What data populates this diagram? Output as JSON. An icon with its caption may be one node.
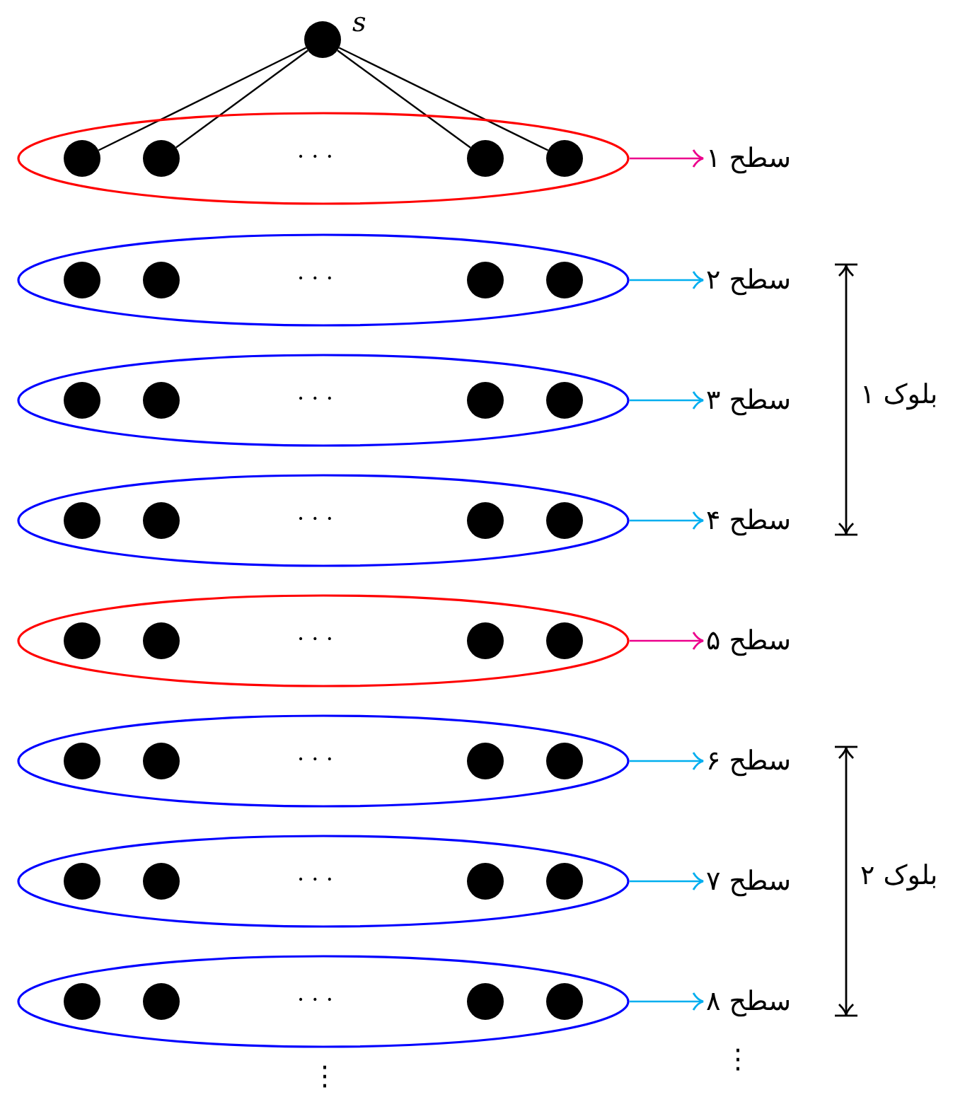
{
  "diagram": {
    "nodes": [
      {
        "text": [],
        "shape": "circle",
        "beside": [
          "s"
        ]
      },
      {
        "text": [
          "· · ·"
        ]
      },
      {
        "text": [],
        "shape": "circle",
        "in": 1
      },
      {
        "text": [],
        "shape": "circle",
        "in": 1
      },
      {
        "text": [],
        "shape": "circle",
        "in": 1
      },
      {
        "text": [],
        "shape": "circle",
        "in": 1
      },
      {
        "text": [
          "سطح ۱"
        ]
      },
      {
        "text": [
          "· · ·"
        ]
      },
      {
        "text": [],
        "shape": "circle",
        "in": 7
      },
      {
        "text": [],
        "shape": "circle",
        "in": 7
      },
      {
        "text": [],
        "shape": "circle",
        "in": 7
      },
      {
        "text": [],
        "shape": "circle",
        "in": 7
      },
      {
        "text": [
          "سطح ۲"
        ]
      },
      {
        "text": [
          "· · ·"
        ]
      },
      {
        "text": [],
        "shape": "circle",
        "in": 13
      },
      {
        "text": [],
        "shape": "circle",
        "in": 13
      },
      {
        "text": [],
        "shape": "circle",
        "in": 13
      },
      {
        "text": [],
        "shape": "circle",
        "in": 13
      },
      {
        "text": [
          "سطح ۳"
        ]
      },
      {
        "text": [
          "· · ·"
        ]
      },
      {
        "text": [],
        "shape": "circle",
        "in": 19
      },
      {
        "text": [],
        "shape": "circle",
        "in": 19
      },
      {
        "text": [],
        "shape": "circle",
        "in": 19
      },
      {
        "text": [],
        "shape": "circle",
        "in": 19
      },
      {
        "text": [
          "سطح ۴"
        ]
      },
      {
        "text": [
          "· · ·"
        ]
      },
      {
        "text": [],
        "shape": "circle",
        "in": 25
      },
      {
        "text": [],
        "shape": "circle",
        "in": 25
      },
      {
        "text": [],
        "shape": "circle",
        "in": 25
      },
      {
        "text": [],
        "shape": "circle",
        "in": 25
      },
      {
        "text": [
          "سطح ۵"
        ]
      },
      {
        "text": [
          "· · ·"
        ]
      },
      {
        "text": [],
        "shape": "circle",
        "in": 31
      },
      {
        "text": [],
        "shape": "circle",
        "in": 31
      },
      {
        "text": [],
        "shape": "circle",
        "in": 31
      },
      {
        "text": [],
        "shape": "circle",
        "in": 31
      },
      {
        "text": [
          "سطح ۶"
        ]
      },
      {
        "text": [
          "· · ·"
        ]
      },
      {
        "text": [],
        "shape": "circle",
        "in": 37
      },
      {
        "text": [],
        "shape": "circle",
        "in": 37
      },
      {
        "text": [],
        "shape": "circle",
        "in": 37
      },
      {
        "text": [],
        "shape": "circle",
        "in": 37
      },
      {
        "text": [
          "سطح ۷"
        ]
      },
      {
        "text": [
          "· · ·"
        ]
      },
      {
        "text": [],
        "shape": "circle",
        "in": 43
      },
      {
        "text": [],
        "shape": "circle",
        "in": 43
      },
      {
        "text": [],
        "shape": "circle",
        "in": 43
      },
      {
        "text": [],
        "shape": "circle",
        "in": 43
      },
      {
        "text": [
          "سطح ۸"
        ]
      }
    ],
    "edges": [
      {
        "from": 0,
        "to": 2,
        "arrow": "none",
        "color": "#000000"
      },
      {
        "from": 0,
        "to": 3,
        "arrow": "none",
        "color": "#000000"
      },
      {
        "from": 0,
        "to": 4,
        "arrow": "none",
        "color": "#000000"
      },
      {
        "from": 0,
        "to": 5,
        "arrow": "none",
        "color": "#000000"
      },
      {
        "from": 1,
        "to": 6,
        "arrow": "to",
        "color": "#ec008c"
      },
      {
        "from": 7,
        "to": 12,
        "arrow": "to"
      },
      {
        "from": 13,
        "to": 18,
        "arrow": "to"
      },
      {
        "from": 19,
        "to": 24,
        "arrow": "to"
      },
      {
        "from": 25,
        "to": 30,
        "arrow": "to",
        "color": "#ec008c"
      },
      {
        "from": 31,
        "to": 36,
        "arrow": "to"
      },
      {
        "from": 37,
        "to": 42,
        "arrow": "to"
      },
      {
        "from": 43,
        "to": 48,
        "arrow": "to"
      }
    ],
    "labels": [
      "بلوک ۱",
      "بلوک ۲",
      "⋮",
      "⋮"
    ]
  }
}
